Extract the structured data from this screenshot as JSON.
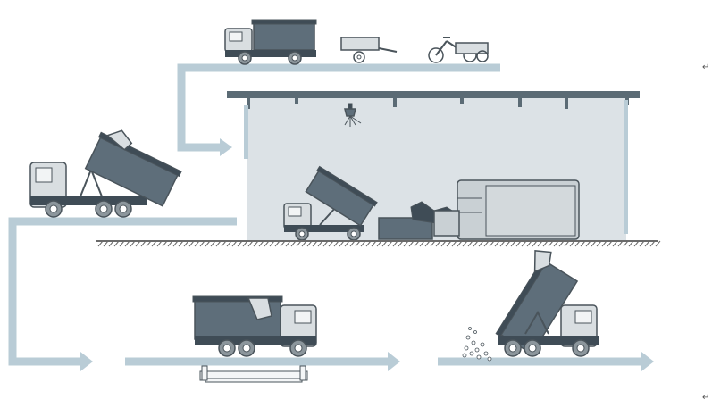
{
  "palette": {
    "flow": "#b9ccd6",
    "container": "#5e6e7a",
    "container_dark": "#3f4c56",
    "cab": "#d9dee1",
    "outline": "#4a545b",
    "building_fill": "#dce2e6",
    "roof": "#5b6b75",
    "ground": "#6a6a6a",
    "wheel": "#8c969c",
    "machine": "#c9d0d4"
  },
  "diagram": {
    "title": "",
    "stages": [
      {
        "id": "collection",
        "vehicles": [
          "compact-truck-icon",
          "hand-cart-icon",
          "tricycle-cart-icon"
        ]
      },
      {
        "id": "transfer-station",
        "elements": [
          "sprinkler-icon",
          "dumping-truck-icon",
          "compactor-icon"
        ]
      },
      {
        "id": "hook-lift-loading",
        "elements": [
          "hook-lift-truck-icon"
        ]
      },
      {
        "id": "weighing",
        "elements": [
          "container-truck-icon",
          "weighbridge-icon"
        ]
      },
      {
        "id": "landfill-unloading",
        "elements": [
          "tipping-truck-icon"
        ]
      }
    ]
  },
  "marks": {
    "return_top": "↵",
    "return_bottom": "↵"
  }
}
